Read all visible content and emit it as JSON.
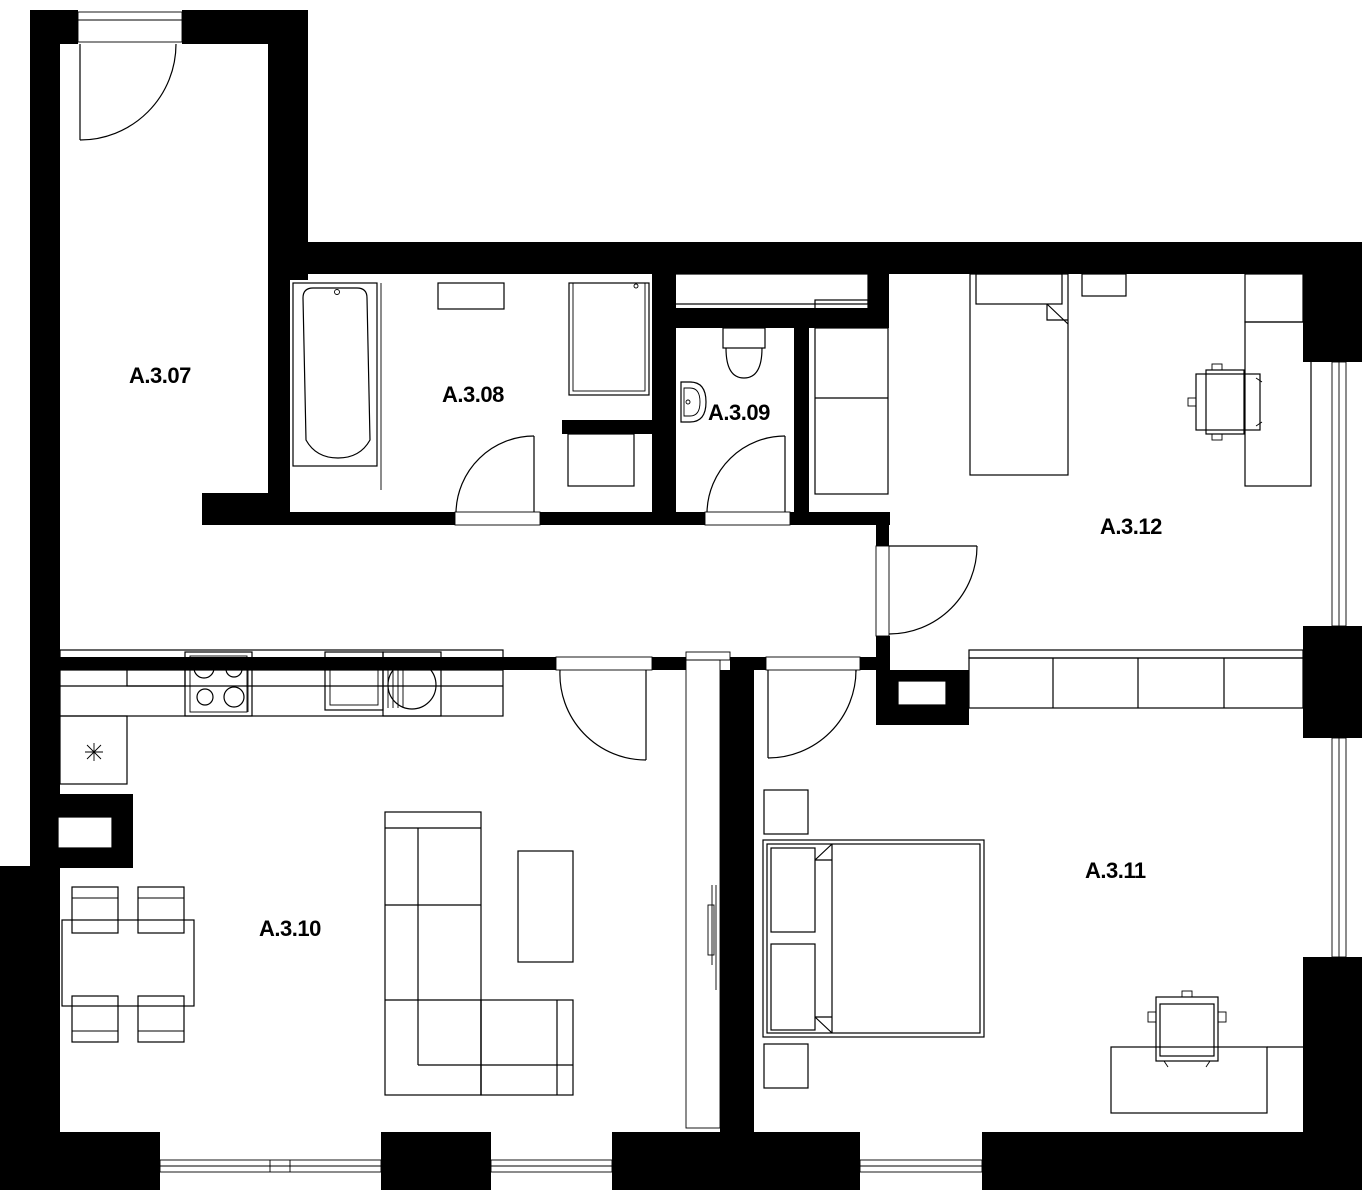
{
  "rooms": {
    "r307": "A.3.07",
    "r308": "A.3.08",
    "r309": "A.3.09",
    "r310": "A.3.10",
    "r311": "A.3.11",
    "r312": "A.3.12"
  },
  "colors": {
    "wall": "#000000",
    "line": "#000000",
    "background": "#ffffff"
  }
}
